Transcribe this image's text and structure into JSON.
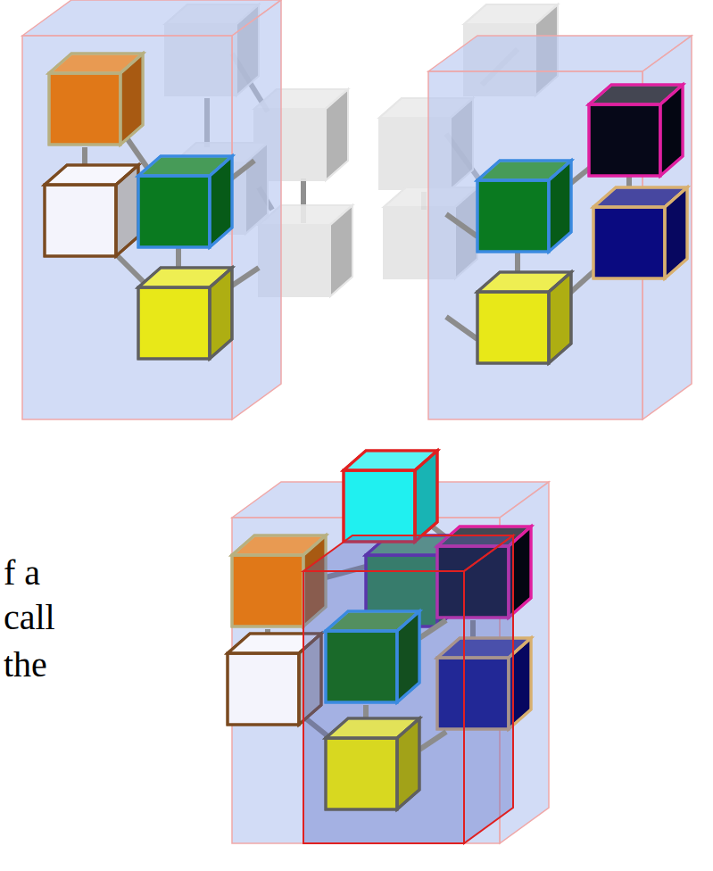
{
  "diagram": {
    "labels": [
      "f a",
      "call",
      "the"
    ]
  }
}
